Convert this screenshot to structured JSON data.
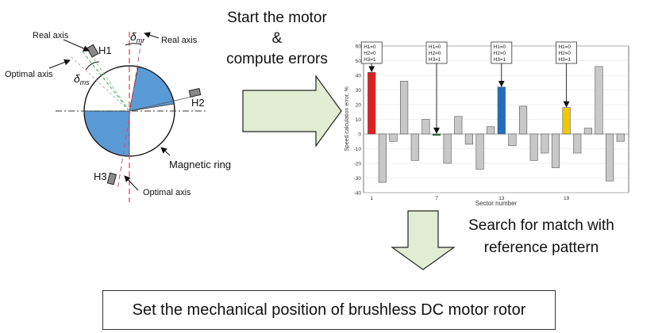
{
  "steps": {
    "start_line1": "Start the motor",
    "start_line2": "&",
    "start_line3": "compute errors",
    "search_line1": "Search for match with",
    "search_line2": "reference pattern",
    "result": "Set the mechanical position of brushless DC motor rotor"
  },
  "motor_diagram": {
    "real_axis_left": "Real axis",
    "real_axis_right": "Real axis",
    "optimal_axis_left": "Optimal axis",
    "optimal_axis_bottom": "Optimal axis",
    "delta_mr": "δ",
    "delta_mr_sub": "mr",
    "delta_ms": "δ",
    "delta_ms_sub": "ms",
    "sensor_h1": "H1",
    "sensor_h2": "H2",
    "sensor_h3": "H3",
    "magnetic_ring": "Magnetic ring",
    "colors": {
      "magnet": "#5b9bd5",
      "real_axis": "#e04040",
      "optimal_axis": "#3aa860"
    }
  },
  "chart_data": {
    "type": "bar",
    "xlabel": "Sector number",
    "ylabel": "Speed calculation error, %",
    "ylim": [
      -40,
      60
    ],
    "yticks": [
      -40,
      -30,
      -20,
      -10,
      0,
      10,
      20,
      30,
      40,
      50,
      60
    ],
    "xtick_labels": [
      {
        "sector": 1,
        "label": "1"
      },
      {
        "sector": 7,
        "label": "7"
      },
      {
        "sector": 13,
        "label": "13"
      },
      {
        "sector": 19,
        "label": "19"
      }
    ],
    "grid": true,
    "bars": [
      {
        "sector": 1,
        "value": 42,
        "color": "#e02020"
      },
      {
        "sector": 2,
        "value": -33,
        "color": "#c8c8c8"
      },
      {
        "sector": 3,
        "value": -5,
        "color": "#c8c8c8"
      },
      {
        "sector": 4,
        "value": 36,
        "color": "#c8c8c8"
      },
      {
        "sector": 5,
        "value": -18,
        "color": "#c8c8c8"
      },
      {
        "sector": 6,
        "value": 10,
        "color": "#c8c8c8"
      },
      {
        "sector": 7,
        "value": -1,
        "color": "#1e7a1e"
      },
      {
        "sector": 8,
        "value": -20,
        "color": "#c8c8c8"
      },
      {
        "sector": 9,
        "value": 12,
        "color": "#c8c8c8"
      },
      {
        "sector": 10,
        "value": -7,
        "color": "#c8c8c8"
      },
      {
        "sector": 11,
        "value": -24,
        "color": "#c8c8c8"
      },
      {
        "sector": 12,
        "value": 5,
        "color": "#c8c8c8"
      },
      {
        "sector": 13,
        "value": 32,
        "color": "#1f6fc0"
      },
      {
        "sector": 14,
        "value": -8,
        "color": "#c8c8c8"
      },
      {
        "sector": 15,
        "value": 19,
        "color": "#c8c8c8"
      },
      {
        "sector": 16,
        "value": -18,
        "color": "#c8c8c8"
      },
      {
        "sector": 17,
        "value": -13,
        "color": "#c8c8c8"
      },
      {
        "sector": 18,
        "value": -23,
        "color": "#c8c8c8"
      },
      {
        "sector": 19,
        "value": 18,
        "color": "#f0c800"
      },
      {
        "sector": 20,
        "value": -13,
        "color": "#c8c8c8"
      },
      {
        "sector": 21,
        "value": 4,
        "color": "#c8c8c8"
      },
      {
        "sector": 22,
        "value": 46,
        "color": "#c8c8c8"
      },
      {
        "sector": 23,
        "value": -32,
        "color": "#c8c8c8"
      },
      {
        "sector": 24,
        "value": -5,
        "color": "#c8c8c8"
      }
    ],
    "annotations": [
      {
        "sector": 1,
        "lines": [
          "H1=0",
          "H2=0",
          "H3=1"
        ]
      },
      {
        "sector": 7,
        "lines": [
          "H1=0",
          "H2=0",
          "H3=1"
        ]
      },
      {
        "sector": 13,
        "lines": [
          "H1=0",
          "H2=0",
          "H3=1"
        ]
      },
      {
        "sector": 19,
        "lines": [
          "H1=0",
          "H2=0",
          "H3=1"
        ]
      }
    ]
  }
}
